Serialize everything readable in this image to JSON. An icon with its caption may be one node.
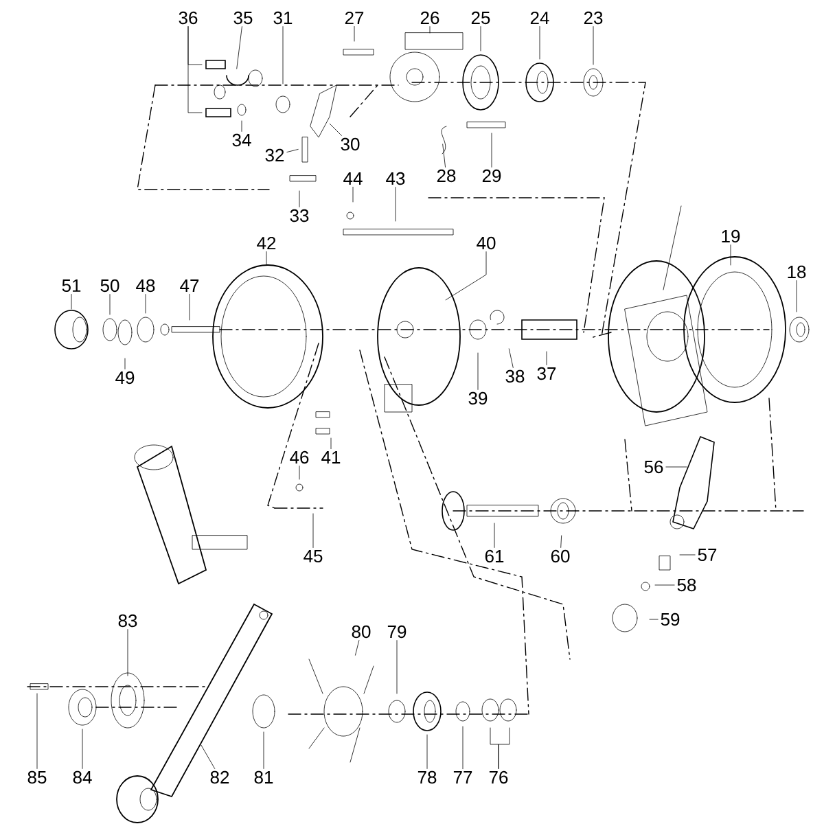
{
  "diagram": {
    "nodes": [
      {
        "text": [
          "36"
        ]
      },
      {
        "text": [
          "35"
        ]
      },
      {
        "text": [
          "31"
        ]
      },
      {
        "text": [
          "27"
        ]
      },
      {
        "text": [
          "26"
        ]
      },
      {
        "text": [
          "25"
        ]
      },
      {
        "text": [
          "24"
        ]
      },
      {
        "text": [
          "23"
        ]
      },
      {
        "text": [
          "34"
        ]
      },
      {
        "text": [
          "30"
        ]
      },
      {
        "text": [
          "32"
        ]
      },
      {
        "text": [
          "28"
        ]
      },
      {
        "text": [
          "29"
        ]
      },
      {
        "text": [
          "33"
        ]
      },
      {
        "text": [
          "44"
        ]
      },
      {
        "text": [
          "43"
        ]
      },
      {
        "text": [
          "42"
        ]
      },
      {
        "text": [
          "40"
        ]
      },
      {
        "text": [
          "19"
        ]
      },
      {
        "text": [
          "51"
        ]
      },
      {
        "text": [
          "50"
        ]
      },
      {
        "text": [
          "48"
        ]
      },
      {
        "text": [
          "47"
        ]
      },
      {
        "text": [
          "18"
        ]
      },
      {
        "text": [
          "49"
        ]
      },
      {
        "text": [
          "39"
        ]
      },
      {
        "text": [
          "38"
        ]
      },
      {
        "text": [
          "37"
        ]
      },
      {
        "text": [
          "41"
        ]
      },
      {
        "text": [
          "46"
        ]
      },
      {
        "text": [
          "56"
        ]
      },
      {
        "text": [
          "45"
        ]
      },
      {
        "text": [
          "61"
        ]
      },
      {
        "text": [
          "60"
        ]
      },
      {
        "text": [
          "57"
        ]
      },
      {
        "text": [
          "58"
        ]
      },
      {
        "text": [
          "59"
        ]
      },
      {
        "text": [
          "83"
        ]
      },
      {
        "text": [
          "80"
        ]
      },
      {
        "text": [
          "79"
        ]
      },
      {
        "text": [
          "85"
        ]
      },
      {
        "text": [
          "84"
        ]
      },
      {
        "text": [
          "82"
        ]
      },
      {
        "text": [
          "81"
        ]
      },
      {
        "text": [
          "78"
        ]
      },
      {
        "text": [
          "77"
        ]
      },
      {
        "text": [
          "76"
        ]
      }
    ],
    "edges": [
      {
        "from": 0,
        "to": null,
        "arrow": "none"
      },
      {
        "from": 0,
        "to": null,
        "arrow": "none"
      },
      {
        "from": 1,
        "to": null,
        "arrow": "none"
      },
      {
        "from": 2,
        "to": null,
        "arrow": "none"
      },
      {
        "from": 3,
        "to": null,
        "arrow": "none"
      },
      {
        "from": 4,
        "to": null,
        "arrow": "none"
      },
      {
        "from": 5,
        "to": null,
        "arrow": "none"
      },
      {
        "from": 6,
        "to": null,
        "arrow": "none"
      },
      {
        "from": 7,
        "to": null,
        "arrow": "none"
      },
      {
        "from": 8,
        "to": null,
        "arrow": "none"
      },
      {
        "from": 9,
        "to": null,
        "arrow": "none"
      },
      {
        "from": 10,
        "to": null,
        "arrow": "none"
      },
      {
        "from": 11,
        "to": null,
        "arrow": "none"
      },
      {
        "from": 12,
        "to": null,
        "arrow": "none"
      },
      {
        "from": 13,
        "to": null,
        "arrow": "none"
      },
      {
        "from": 14,
        "to": null,
        "arrow": "none"
      },
      {
        "from": 15,
        "to": null,
        "arrow": "none"
      },
      {
        "from": 16,
        "to": null,
        "arrow": "none"
      },
      {
        "from": 17,
        "to": null,
        "arrow": "none"
      },
      {
        "from": 18,
        "to": null,
        "arrow": "none"
      },
      {
        "from": 19,
        "to": null,
        "arrow": "none"
      },
      {
        "from": 20,
        "to": null,
        "arrow": "none"
      },
      {
        "from": 21,
        "to": null,
        "arrow": "none"
      },
      {
        "from": 22,
        "to": null,
        "arrow": "none"
      },
      {
        "from": 23,
        "to": null,
        "arrow": "none"
      },
      {
        "from": 24,
        "to": null,
        "arrow": "none"
      },
      {
        "from": 25,
        "to": null,
        "arrow": "none"
      },
      {
        "from": 26,
        "to": null,
        "arrow": "none"
      },
      {
        "from": 27,
        "to": null,
        "arrow": "none"
      },
      {
        "from": 28,
        "to": null,
        "arrow": "none"
      },
      {
        "from": 29,
        "to": null,
        "arrow": "none"
      },
      {
        "from": 30,
        "to": null,
        "arrow": "none"
      },
      {
        "from": 31,
        "to": null,
        "arrow": "none"
      },
      {
        "from": 32,
        "to": null,
        "arrow": "none"
      },
      {
        "from": 33,
        "to": null,
        "arrow": "none"
      },
      {
        "from": 34,
        "to": null,
        "arrow": "none"
      },
      {
        "from": 35,
        "to": null,
        "arrow": "none"
      },
      {
        "from": 36,
        "to": null,
        "arrow": "none"
      },
      {
        "from": 37,
        "to": null,
        "arrow": "none"
      },
      {
        "from": 38,
        "to": null,
        "arrow": "none"
      },
      {
        "from": 39,
        "to": null,
        "arrow": "none"
      },
      {
        "from": 40,
        "to": null,
        "arrow": "none"
      },
      {
        "from": 41,
        "to": null,
        "arrow": "none"
      },
      {
        "from": 42,
        "to": null,
        "arrow": "none"
      },
      {
        "from": 43,
        "to": null,
        "arrow": "none"
      },
      {
        "from": 44,
        "to": null,
        "arrow": "none"
      },
      {
        "from": 45,
        "to": null,
        "arrow": "none"
      },
      {
        "from": 46,
        "to": null,
        "arrow": "none"
      },
      {
        "from": 46,
        "to": null,
        "arrow": "none"
      }
    ]
  }
}
